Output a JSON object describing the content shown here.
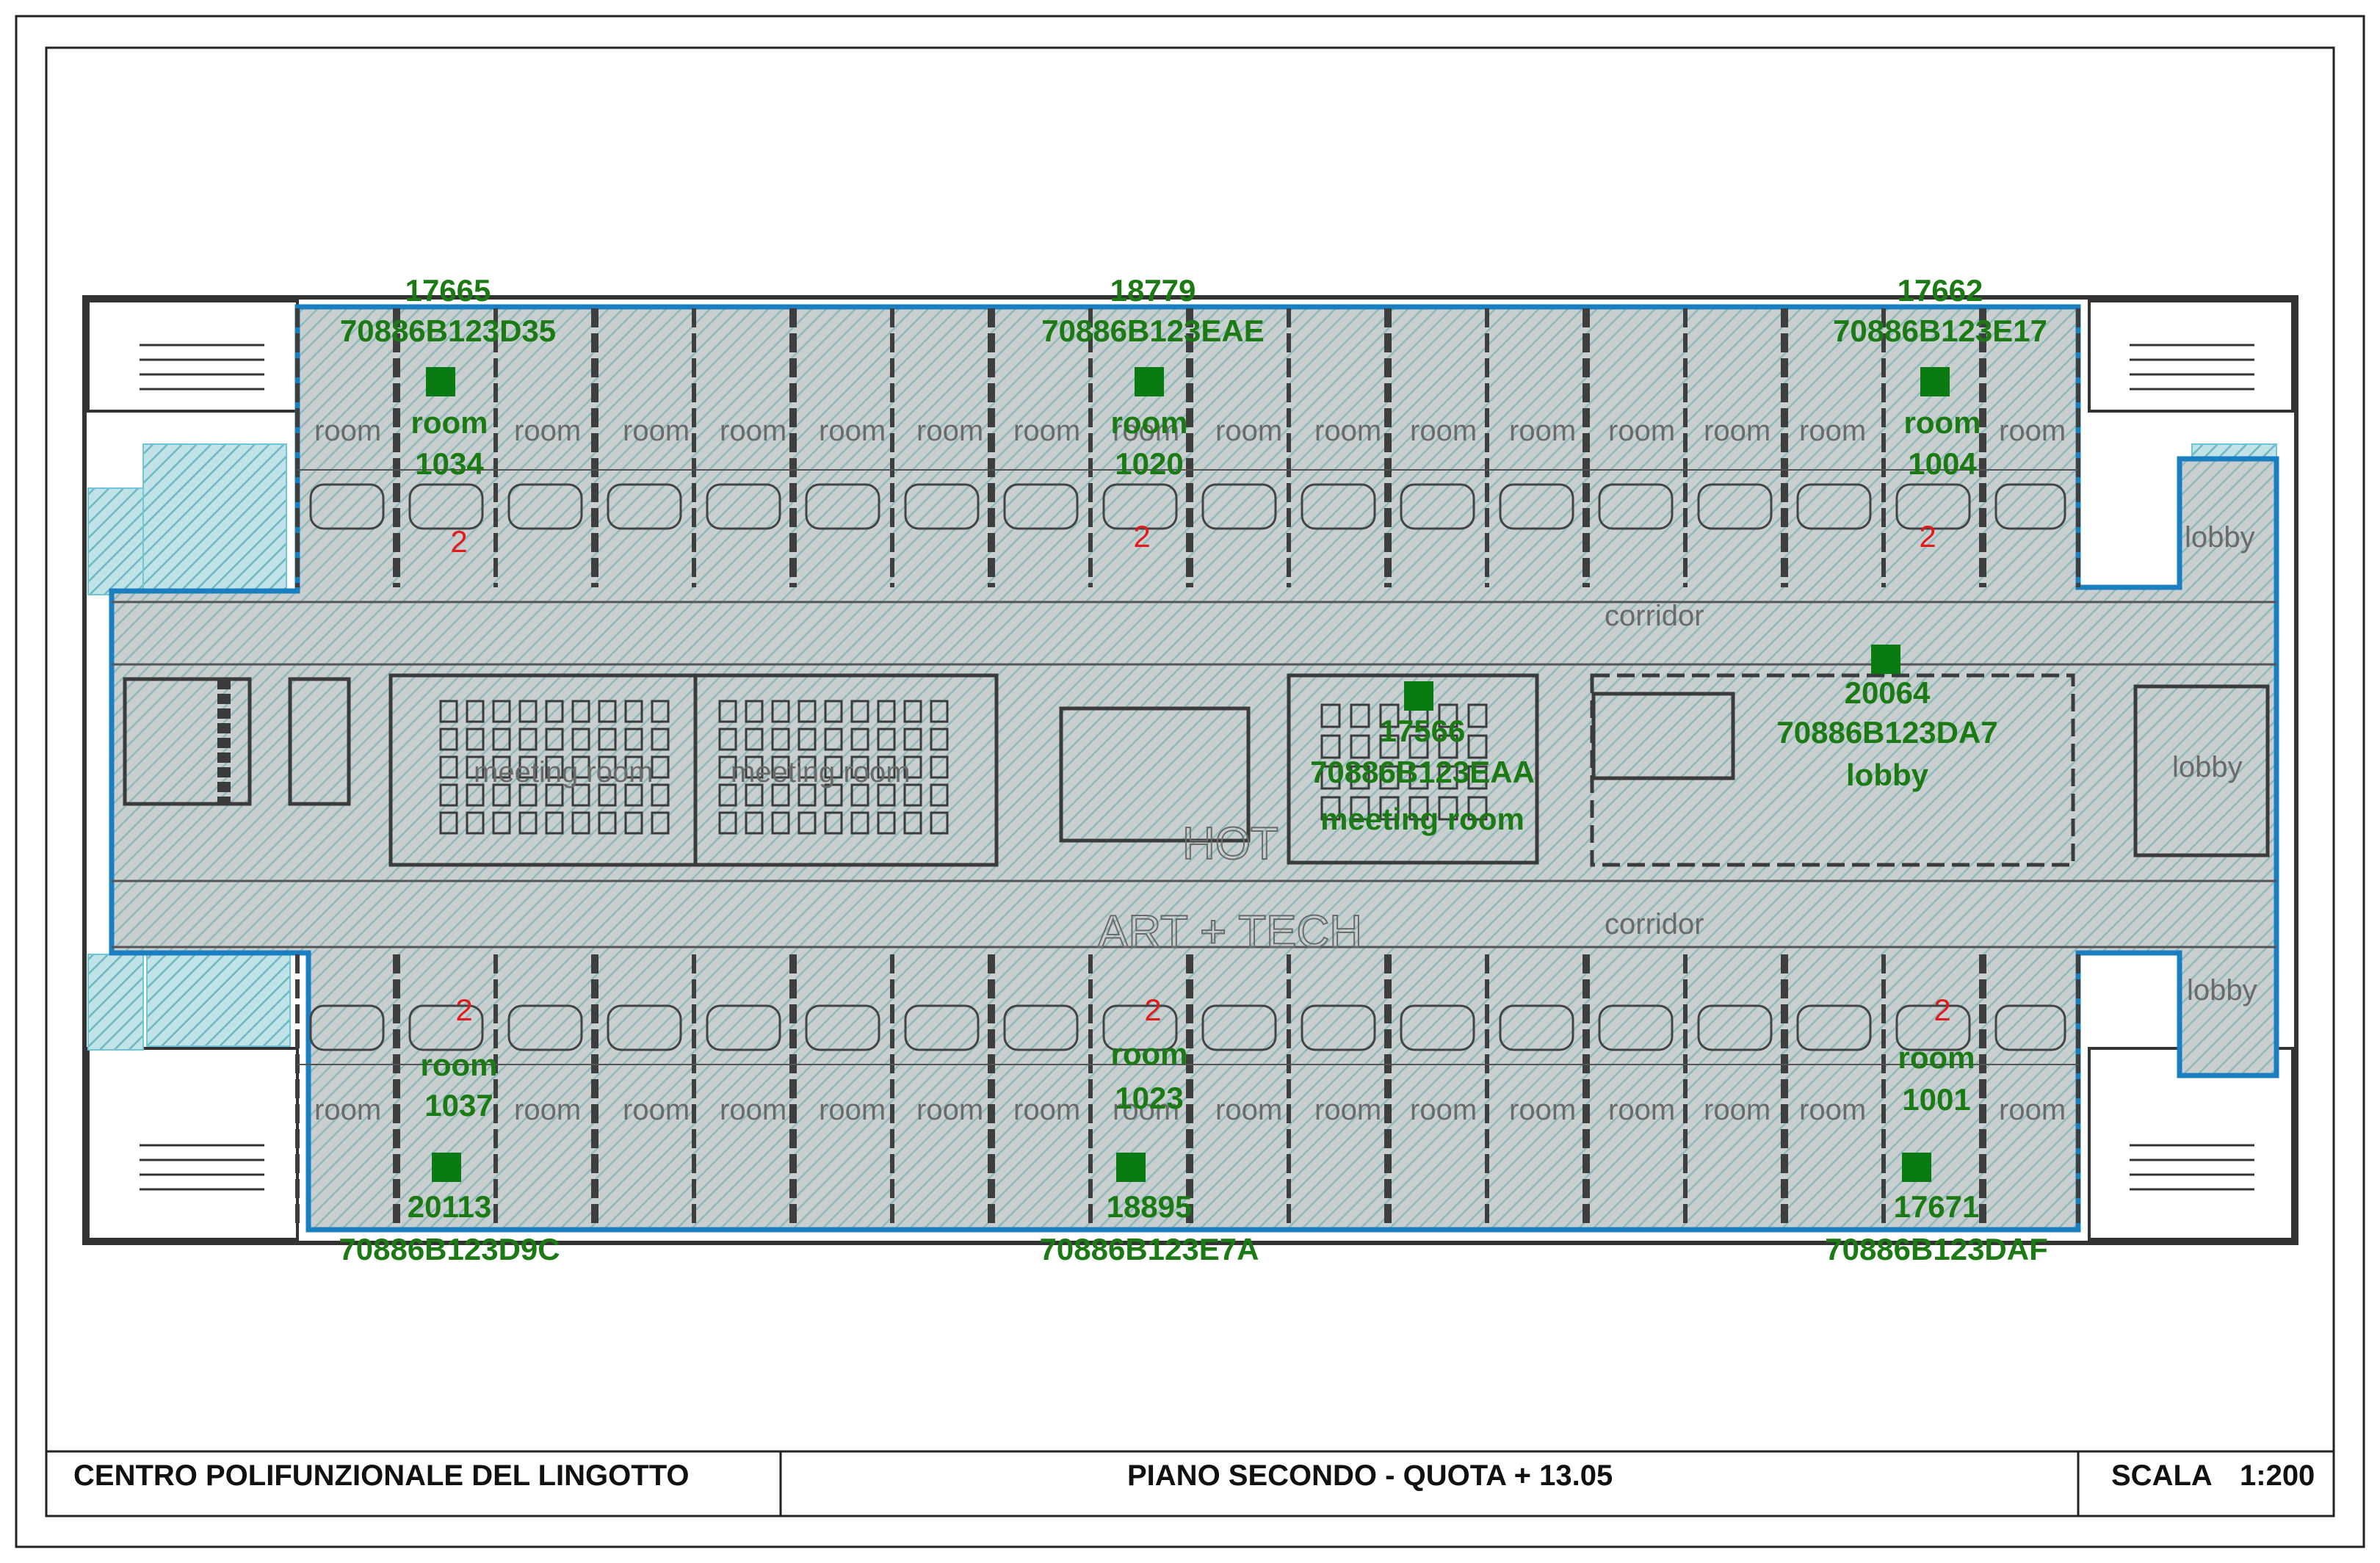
{
  "title_block": {
    "project": "CENTRO POLIFUNZIONALE DEL LINGOTTO",
    "floor": "PIANO SECONDO - QUOTA + 13.05",
    "scale_label": "SCALA",
    "scale_value": "1:200"
  },
  "room_labels": {
    "room": "room",
    "corridor": "corridor",
    "lobby": "lobby",
    "meeting_room": "meeting room"
  },
  "watermark": {
    "line1": "HOT",
    "line2": "ART + TECH"
  },
  "markers": [
    {
      "id": "17665",
      "code": "70886B123D35",
      "type": "room",
      "number": "1034",
      "floor": "2"
    },
    {
      "id": "18779",
      "code": "70886B123EAE",
      "type": "room",
      "number": "1020",
      "floor": "2"
    },
    {
      "id": "17662",
      "code": "70886B123E17",
      "type": "room",
      "number": "1004",
      "floor": "2"
    },
    {
      "id": "20113",
      "code": "70886B123D9C",
      "type": "room",
      "number": "1037",
      "floor": "2"
    },
    {
      "id": "18895",
      "code": "70886B123E7A",
      "type": "room",
      "number": "1023",
      "floor": "2"
    },
    {
      "id": "17671",
      "code": "70886B123DAF",
      "type": "room",
      "number": "1001",
      "floor": "2"
    },
    {
      "id": "17566",
      "code": "70886B123EAA",
      "type": "meeting room"
    },
    {
      "id": "20064",
      "code": "70886B123DA7",
      "type": "lobby"
    }
  ],
  "colors": {
    "highlight_fill": "#9fd3d8",
    "highlight_stroke": "#1a7fc0",
    "marker_green": "#0a7a12",
    "marker_text_green": "#1b7a14",
    "floor_number_red": "#e01b1b",
    "drawing_lines": "#444444",
    "label_gray": "#666666"
  },
  "icons": {
    "marker": "green-square-marker"
  }
}
